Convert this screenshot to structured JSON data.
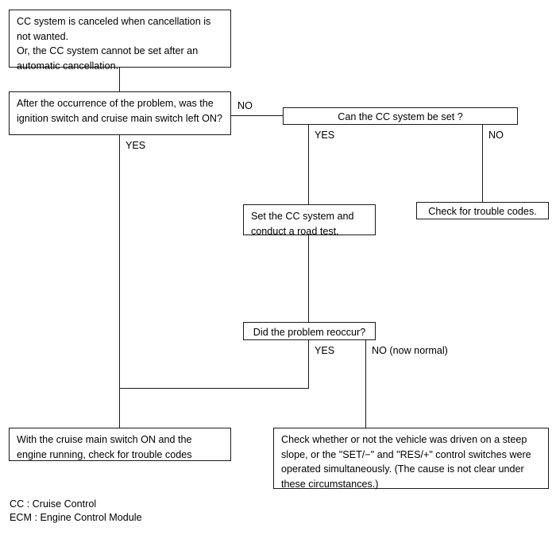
{
  "diagram": {
    "title": "Cruise Control diagnostic flowchart",
    "nodes": {
      "symptom": {
        "text": "CC system is canceled when cancellation is not wanted.\nOr, the CC system cannot be set after an automatic cancellation."
      },
      "question_ignition": {
        "text": "After the occurrence of the problem, was the ignition switch and cruise main switch left ON?"
      },
      "question_can_set": {
        "text": "Can the CC system be set ?"
      },
      "action_set_and_road_test": {
        "text": "Set the CC system and conduct a road test."
      },
      "action_check_codes": {
        "text": "Check for trouble codes."
      },
      "question_reoccur": {
        "text": "Did the problem reoccur?"
      },
      "action_main_switch_on": {
        "text": "With the cruise main switch ON and the engine running, check for trouble codes"
      },
      "action_check_steep_slope": {
        "text": "Check whether or not the vehicle was driven on a steep slope, or the \"SET/−\" and \"RES/+\" control switches were operated simultaneously. (The cause is not clear under these circumstances.)"
      }
    },
    "edge_labels": {
      "ignition_no": "NO",
      "ignition_yes": "YES",
      "can_set_yes": "YES",
      "can_set_no": "NO",
      "reoccur_yes": "YES",
      "reoccur_no": "NO (now normal)"
    },
    "legend": {
      "text": "CC : Cruise Control\nECM : Engine Control Module"
    },
    "colors": {
      "line": "#1a1a1a",
      "background": "#ffffff",
      "text": "#000000"
    }
  }
}
